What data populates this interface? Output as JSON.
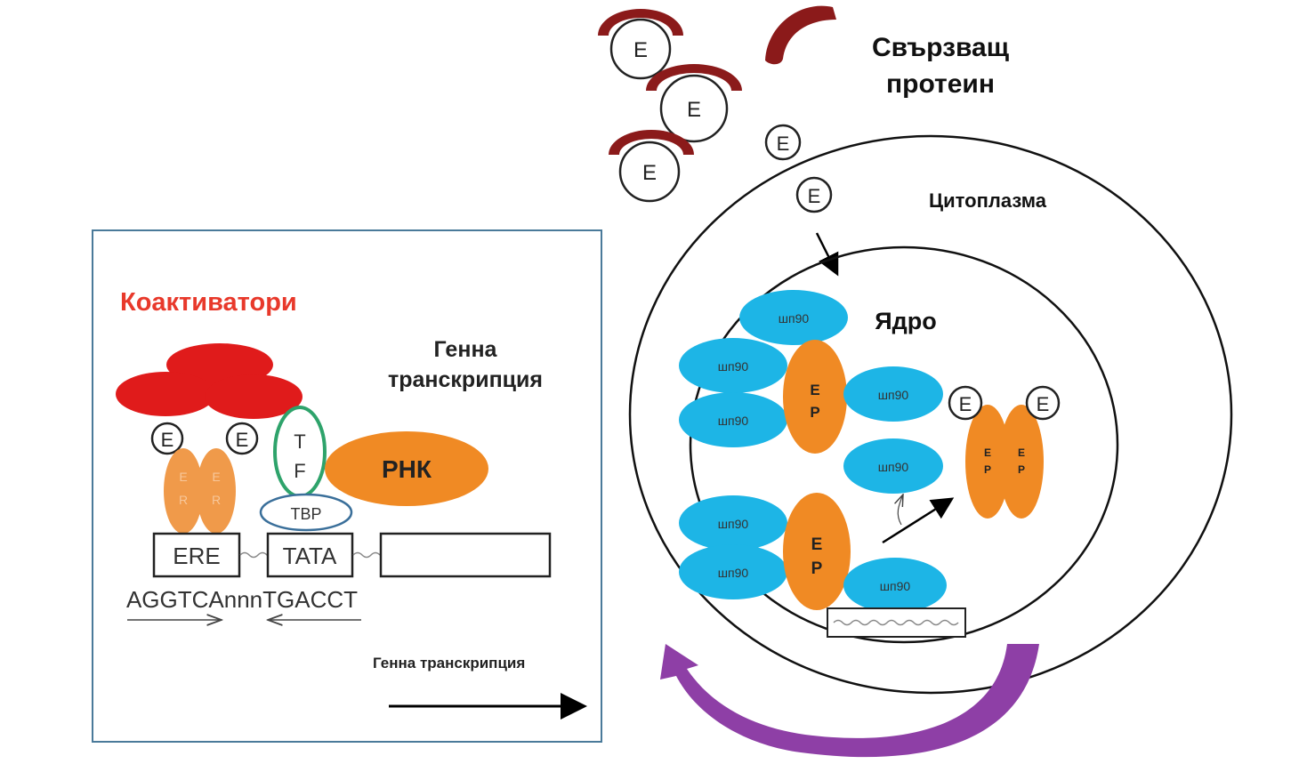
{
  "labels": {
    "binding_protein_line1": "Свързващ",
    "binding_protein_line2": "протеин",
    "cytoplasm": "Цитоплазма",
    "nucleus": "Ядро",
    "coactivators": "Коактиватори",
    "gene_transcription_line1": "Генна",
    "gene_transcription_line2": "транскрипция",
    "gene_transcription_arrow": "Генна транскрипция",
    "ere_box": "ERE",
    "tata_box": "TATA",
    "sequence": "AGGTCAnnnTGACCT",
    "rna": "РНК",
    "tbp": "TBP",
    "tf_t": "T",
    "tf_f": "F",
    "er_e": "E",
    "er_r": "R",
    "estrogen": "E",
    "hsp90": "шп90",
    "receptor_e": "Е",
    "receptor_p": "Р"
  },
  "colors": {
    "hsp": "#1db5e6",
    "receptor": "#f08a24",
    "coactivator": "#e01b1b",
    "binding_protein": "#8b1a1a",
    "recycle_arrow": "#8e3fa6",
    "coactivator_label": "#e8392b",
    "tf_ring": "#2ea36b",
    "tbp_ring": "#3a6f9a",
    "panel_border": "#4a7a9a"
  }
}
